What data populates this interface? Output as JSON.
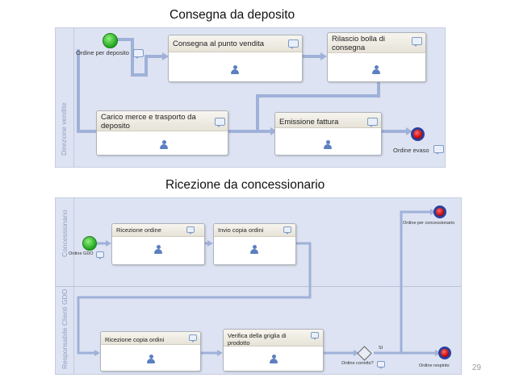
{
  "slide": {
    "page_number": "29"
  },
  "diagram1": {
    "title": "Consegna da deposito",
    "lane": "Direzione vendite",
    "start_event": "Ordine per deposito",
    "end_event": "Ordine evaso",
    "tasks": {
      "consegna": "Consegna al punto vendita",
      "rilascio": "Rilascio bolla di consegna",
      "carico": "Carico merce e trasporto da deposito",
      "emissione": "Emissione fattura"
    }
  },
  "diagram2": {
    "title": "Ricezione da concessionario",
    "lane_top": "Concessionario",
    "lane_bottom": "Responsabile Clienti GDO",
    "start_event": "Ordine GDO",
    "end_event_top": "Ordine per concessionario",
    "end_event_bottom": "Ordine respinto",
    "gateway": "Ordine corretto?",
    "gateway_yes": "SI",
    "tasks": {
      "ricezione_ordine": "Ricezione ordine",
      "invio_copia": "Invio copia ordini",
      "ricezione_copia": "Ricezione copia ordini",
      "verifica": "Verifica della griglia di prodotto"
    }
  },
  "colors": {
    "panel": "#dde3f2",
    "connector": "#9fb1d8",
    "start": "#21a321",
    "end": "#c00000"
  }
}
